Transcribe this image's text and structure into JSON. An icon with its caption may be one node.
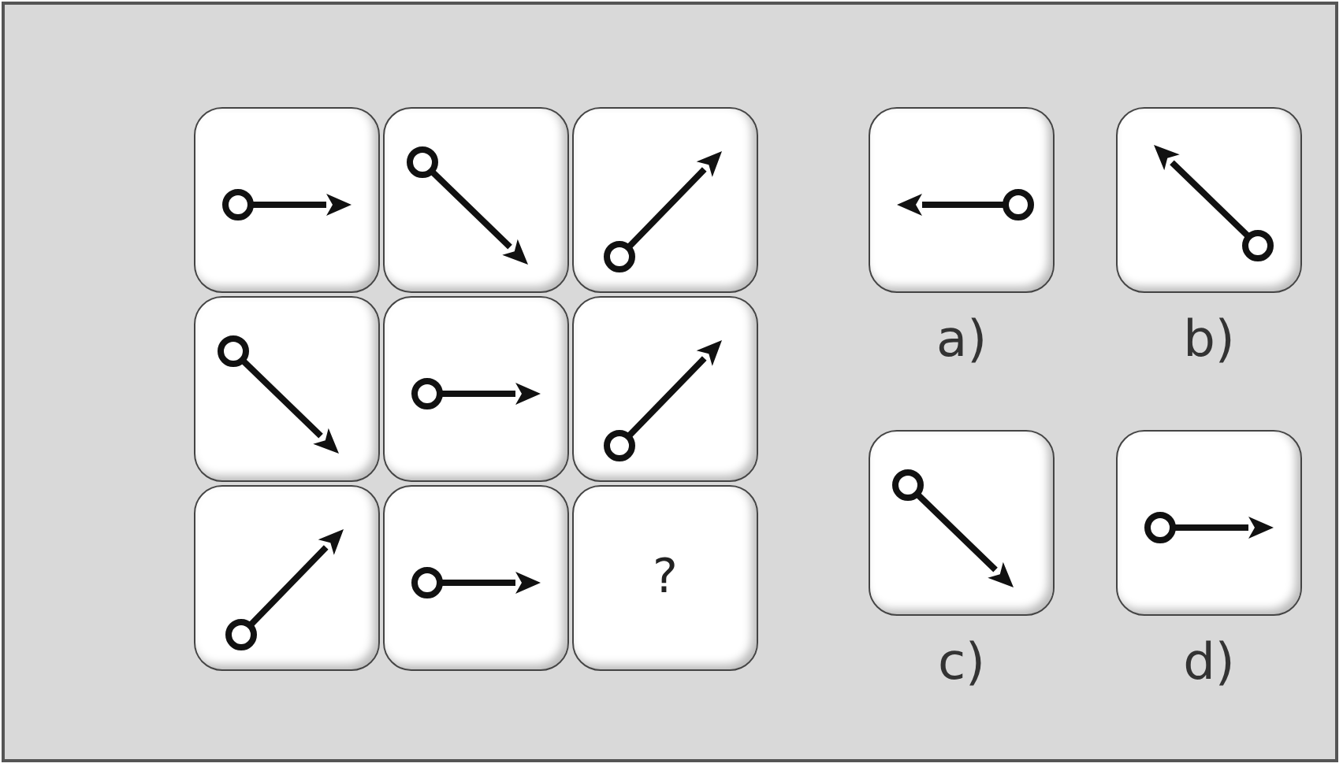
{
  "diagram": {
    "nodes": [
      {
        "text": [],
        "shape": "box"
      },
      {
        "text": [],
        "shape": "box"
      },
      {
        "text": [],
        "shape": "box"
      },
      {
        "text": [],
        "shape": "box"
      },
      {
        "text": [],
        "shape": "box"
      },
      {
        "text": [],
        "shape": "box"
      },
      {
        "text": [],
        "shape": "box"
      },
      {
        "text": [],
        "shape": "box"
      },
      {
        "text": [
          "?"
        ]
      },
      {
        "text": [],
        "shape": "box",
        "beside": [
          "a)"
        ]
      },
      {
        "text": [],
        "shape": "box",
        "beside": [
          "b)"
        ]
      },
      {
        "text": [],
        "shape": "box",
        "beside": [
          "c)"
        ]
      },
      {
        "text": [],
        "shape": "box",
        "beside": [
          "d)"
        ]
      }
    ],
    "edges": []
  }
}
